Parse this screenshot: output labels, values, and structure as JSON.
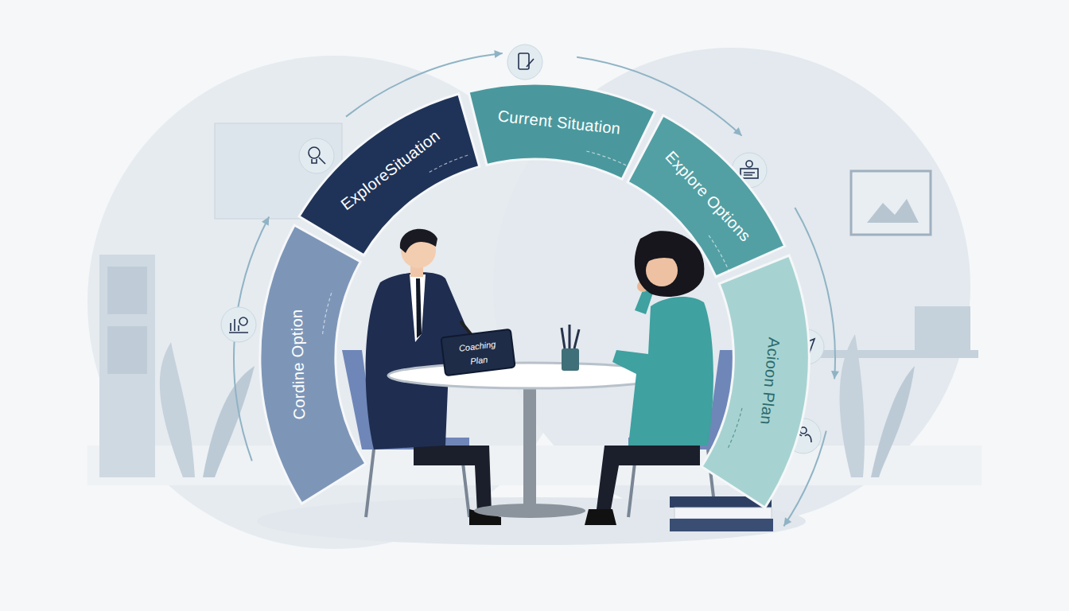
{
  "diagram": {
    "nodes": [
      {
        "text": [
          "Cordine Option"
        ]
      },
      {
        "text": [
          "ExploreSituation"
        ]
      },
      {
        "text": [
          "Current Situation"
        ]
      },
      {
        "text": [
          "Explore Options"
        ]
      },
      {
        "text": [
          "Acioon Plan"
        ]
      },
      {
        "text": [
          "Coaching Plan"
        ]
      }
    ]
  }
}
